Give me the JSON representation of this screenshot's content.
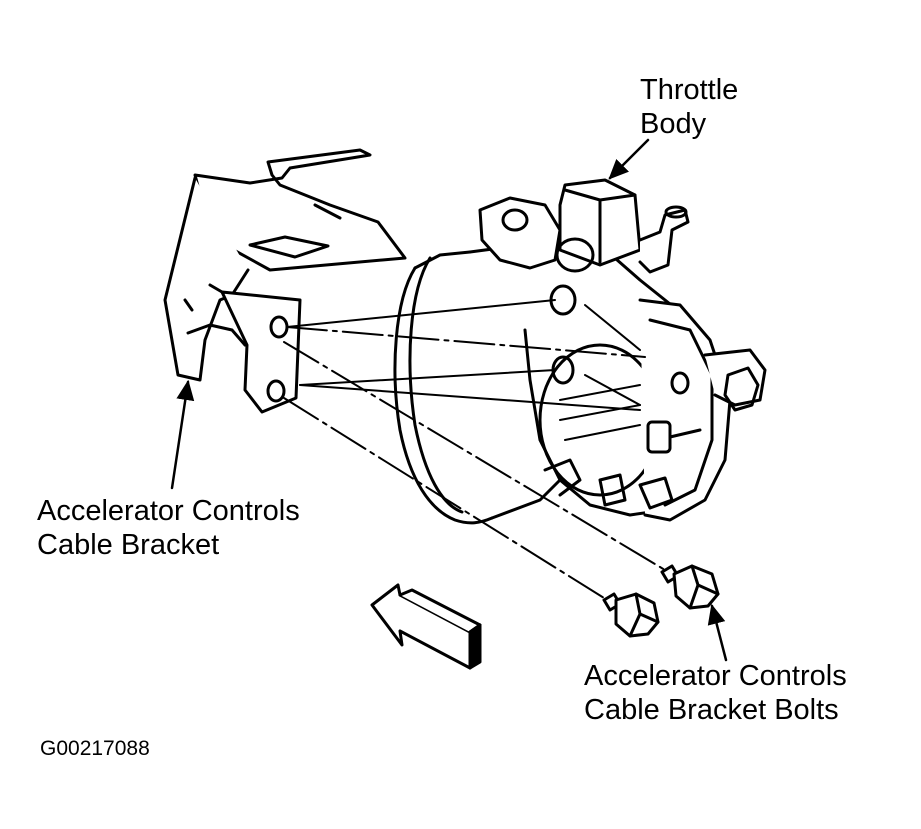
{
  "labels": {
    "throttle_body": [
      "Throttle",
      "Body"
    ],
    "cable_bracket": [
      "Accelerator Controls",
      "Cable Bracket"
    ],
    "cable_bracket_bolts": [
      "Accelerator Controls",
      "Cable Bracket Bolts"
    ]
  },
  "figure_id": "G00217088",
  "colors": {
    "line": "#000000",
    "background": "#ffffff"
  },
  "icons": {
    "direction_arrow": "front-direction-arrow-icon"
  }
}
